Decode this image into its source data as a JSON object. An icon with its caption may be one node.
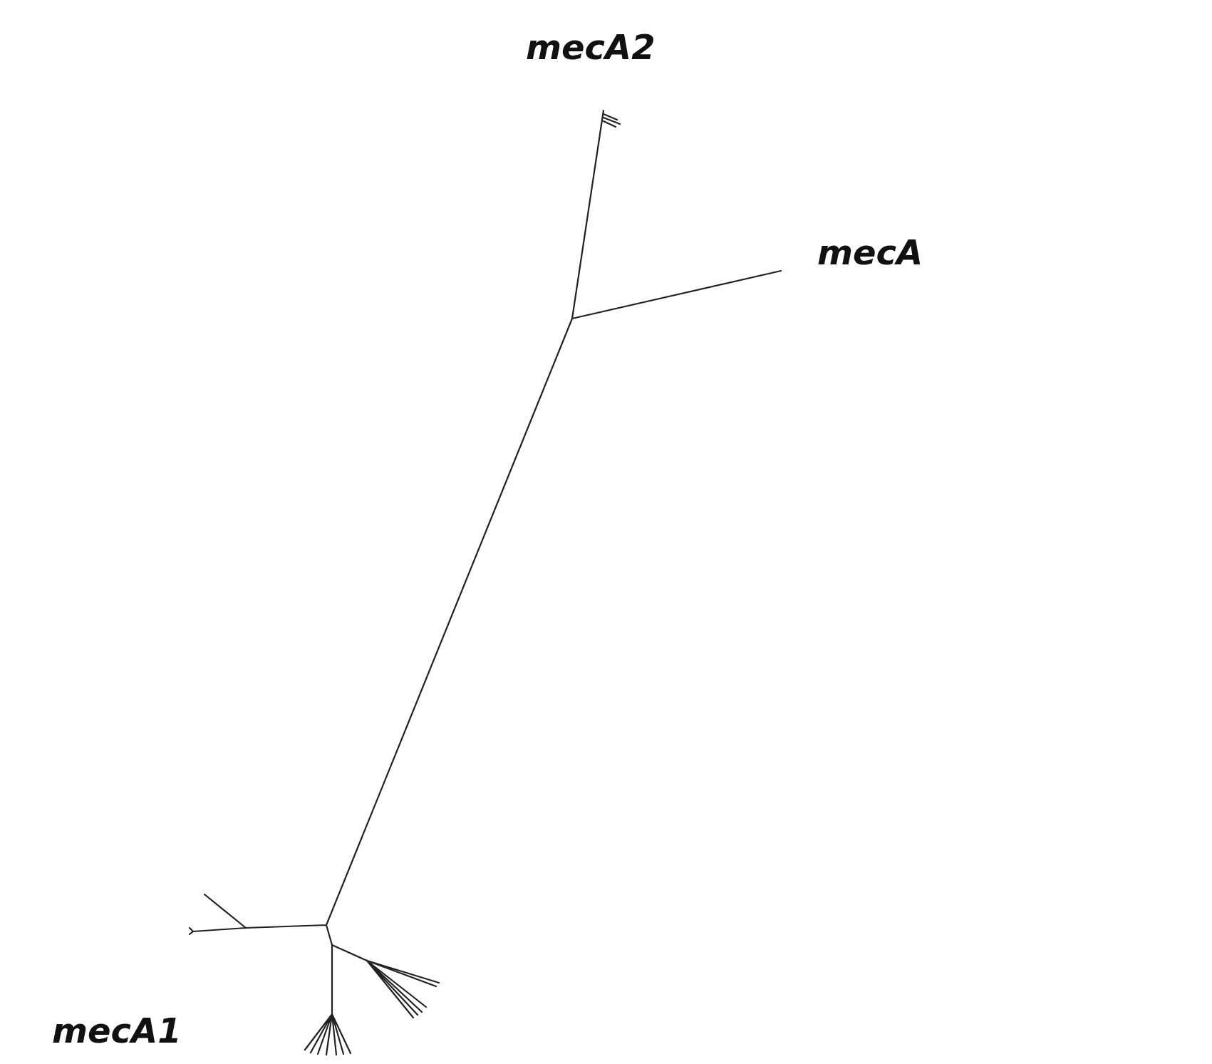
{
  "diagram": {
    "labels": [
      "mecA2",
      "mecA",
      "mecA1"
    ]
  }
}
